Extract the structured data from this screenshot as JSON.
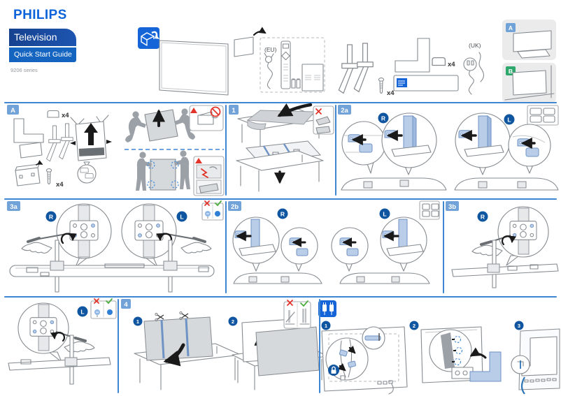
{
  "header": {
    "brand": "PHILIPS",
    "product": "Television",
    "doc_title": "Quick Start Guide",
    "series": "9206 series"
  },
  "contents": {
    "eu_label": "(EU)",
    "uk_label": "(UK)",
    "screws_count": "x4",
    "clips_count": "x4"
  },
  "setup_options": {
    "a_label": "A",
    "b_label": "B"
  },
  "step_a": {
    "label": "A",
    "clips_count": "x4",
    "screws_count": "x4"
  },
  "step_1": {
    "label": "1"
  },
  "step_2a": {
    "label": "2a",
    "right_label": "R",
    "left_label": "L"
  },
  "step_3a": {
    "label": "3a",
    "right_label": "R",
    "left_label": "L"
  },
  "step_2b": {
    "label": "2b",
    "right_label": "R",
    "left_label": "L"
  },
  "step_3b": {
    "label": "3b",
    "right_label": "R",
    "left_label": "L"
  },
  "step_4": {
    "label": "4",
    "sub_1": "1",
    "sub_2": "2"
  },
  "step_cables": {
    "sub_1": "1",
    "sub_2": "2",
    "sub_3": "3"
  },
  "colors": {
    "philips_blue": "#0d63d9",
    "product_bar_blue": "#16418f",
    "guide_bar_blue": "#1565c0",
    "accent_line_blue": "#3f86d2",
    "step_badge_blue": "#72a3d8",
    "marker_navy": "#0f55a0",
    "highlight_blue": "#b9cde9",
    "option_b_green": "#2fa86e",
    "warning_red": "#e2342a",
    "check_green": "#4cae3f"
  }
}
